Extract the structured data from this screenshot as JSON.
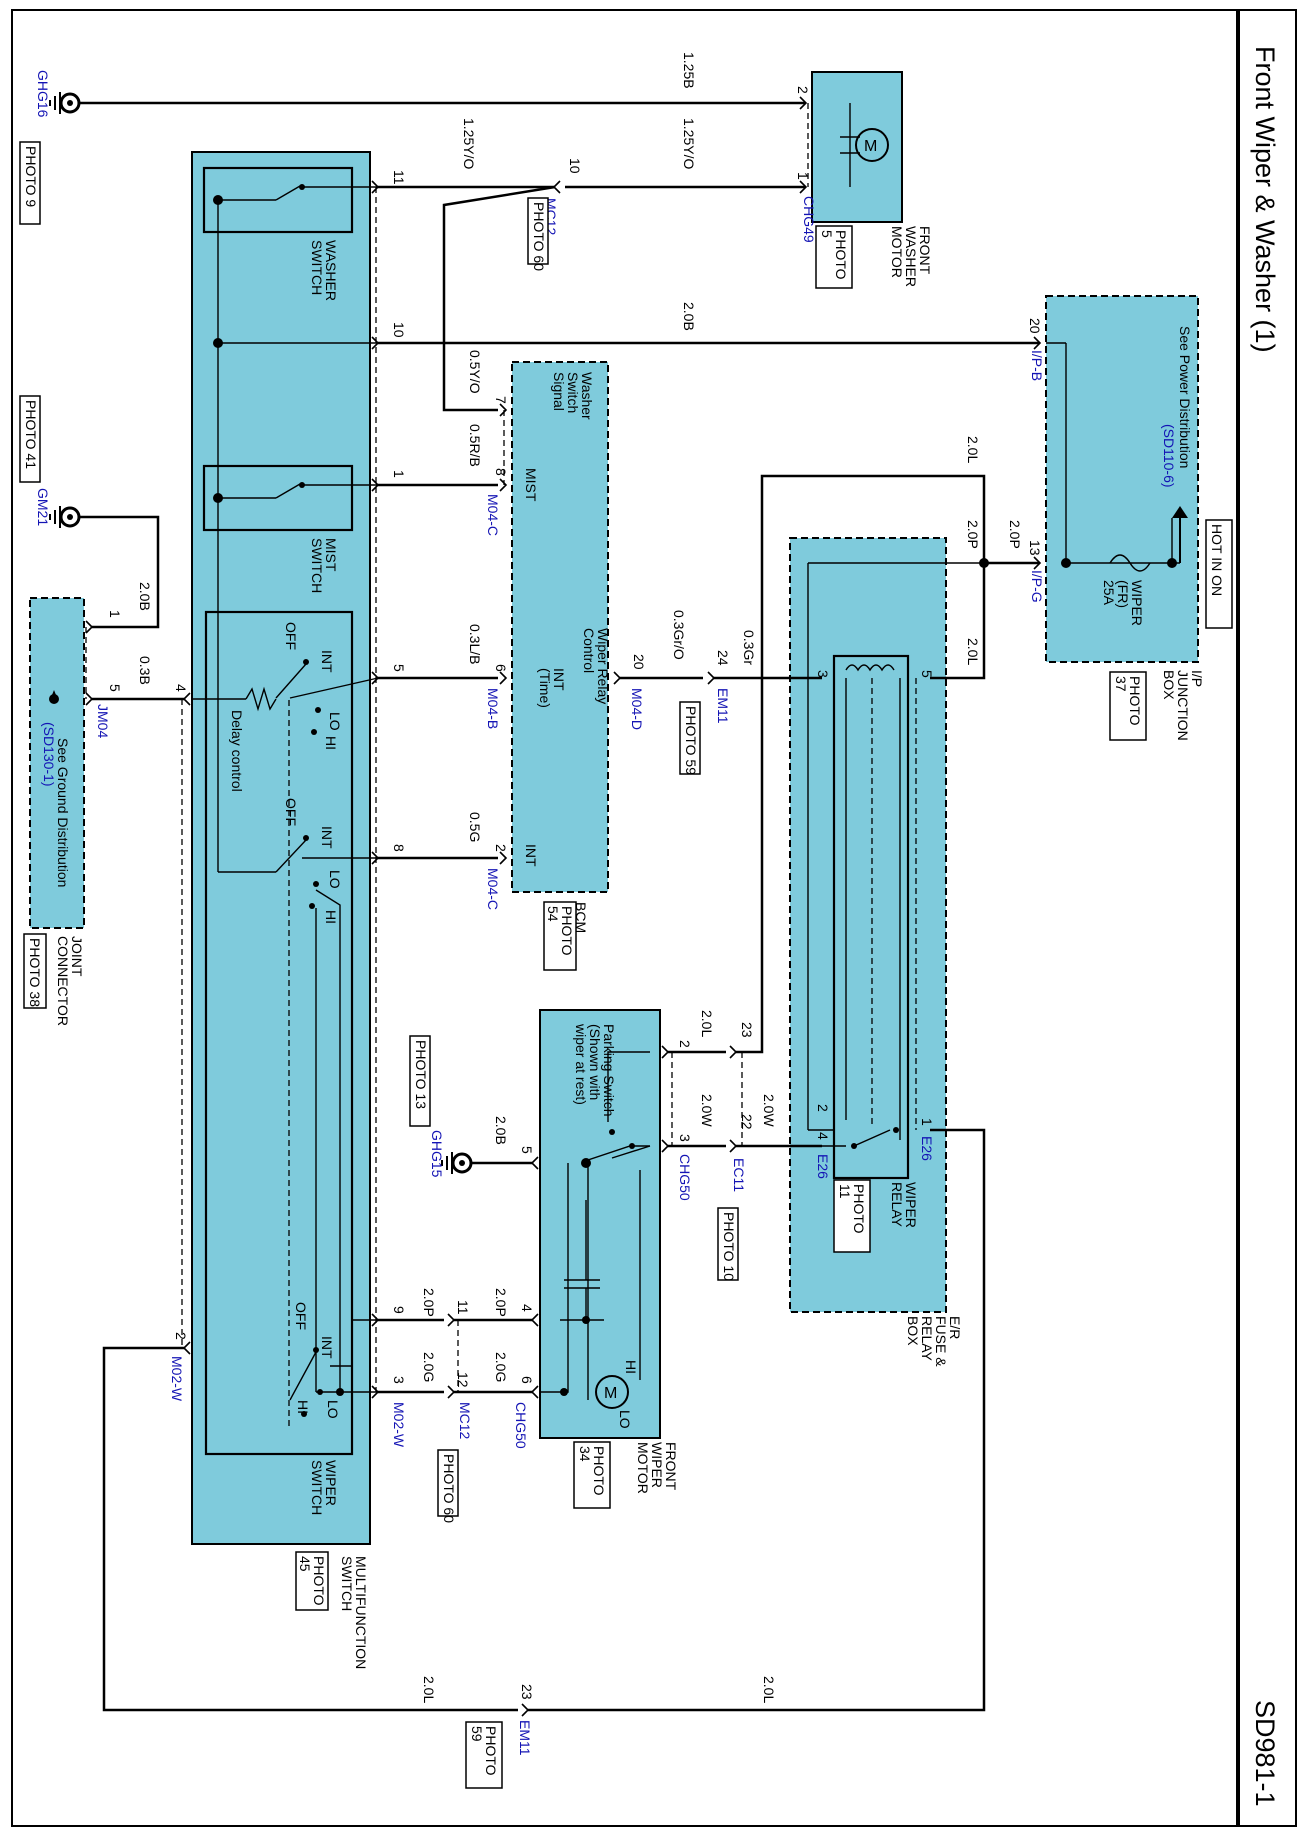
{
  "sheet": {
    "title": "Front Wiper & Washer (1)",
    "page_id": "SD981-1",
    "hot": "HOT IN ON"
  },
  "components": {
    "ip_junction": {
      "name": "I/P\nJUNCTION\nBOX",
      "photo": "PHOTO\n37",
      "note": "See Power Distribution",
      "ref": "(SD110-6)",
      "fuse": "WIPER\n(FR)\n25A",
      "conn_b": "I/P-B",
      "conn_g": "I/P-G"
    },
    "washer_motor": {
      "name": "FRONT\nWASHER\nMOTOR",
      "photo": "PHOTO\n5",
      "conn": "CHG49"
    },
    "er_box": {
      "name": "E/R\nFUSE &\nRELAY\nBOX",
      "relay": "WIPER\nRELAY",
      "relay_photo": "PHOTO\n11",
      "conn_a": "E26",
      "conn_b": "E26"
    },
    "bcm": {
      "name": "BCM",
      "photo": "PHOTO\n54",
      "washer_sig": "Washer\nSwitch\nSignal",
      "mist": "MIST",
      "relay_ctrl": "Wiper Relay\nControl",
      "int_time": "INT\n(Time)",
      "int": "INT"
    },
    "wiper_motor": {
      "name": "FRONT\nWIPER\nMOTOR",
      "photo": "PHOTO\n34",
      "parking": "Parking Switch\n(Shown with\nwiper at rest)",
      "conn_a": "CHG50",
      "conn_b": "CHG50",
      "hi": "HI",
      "lo": "LO"
    },
    "multifunction": {
      "name": "MULTIFUNCTION\nSWITCH",
      "photo": "PHOTO\n45",
      "washer_switch": "WASHER\nSWITCH",
      "mist_switch": "MIST\nSWITCH",
      "wiper_switch": "WIPER\nSWITCH",
      "delay": "Delay control",
      "off": "OFF",
      "int": "INT",
      "lo": "LO",
      "hi": "HI",
      "conn": "M02-W"
    },
    "joint": {
      "name": "JOINT\nCONNECTOR",
      "photo": "PHOTO 38",
      "note": "See Ground Distribution",
      "ref": "(SD130-1)",
      "conn": "JM04"
    }
  },
  "connectors": {
    "mc12_a": "MC12",
    "mc12_a_photo": "PHOTO 60",
    "mc12_b": "MC12",
    "mc12_b_photo": "PHOTO 60",
    "m04c_a": "M04-C",
    "m04b": "M04-B",
    "m04d": "M04-D",
    "m04c_b": "M04-C",
    "em11_a": "EM11",
    "em11_a_photo": "PHOTO 59",
    "em11_b": "EM11",
    "em11_b_photo": "PHOTO\n59",
    "ec11": "EC11",
    "ec11_photo": "PHOTO 10",
    "m02w_a": "M02-W",
    "m02w_b": "M02-W"
  },
  "grounds": {
    "ghg16": "GHG16",
    "ghg16_photo": "PHOTO 9",
    "gm21": "GM21",
    "gm21_photo": "PHOTO 41",
    "ghg15": "GHG15",
    "ghg15_photo": "PHOTO 13"
  },
  "wires": {
    "w_125b": "1.25B",
    "w_125yo_a": "1.25Y/O",
    "w_125yo_b": "1.25Y/O",
    "w_20b_top": "2.0B",
    "w_05yo": "0.5Y/O",
    "w_05rb": "0.5R/B",
    "w_20l_a": "2.0L",
    "w_20p_a": "2.0P",
    "w_20p_b": "2.0P",
    "w_20l_b": "2.0L",
    "w_03gr": "0.3Gr",
    "w_03gro": "0.3Gr/O",
    "w_03lb": "0.3L/B",
    "w_05g": "0.5G",
    "w_20b_gm21": "2.0B",
    "w_03b": "0.3B",
    "w_20l_c": "2.0L",
    "w_20w_a": "2.0W",
    "w_20w_b": "2.0W",
    "w_20b_ghg15": "2.0B",
    "w_20p_c": "2.0P",
    "w_20p_d": "2.0P",
    "w_20g_a": "2.0G",
    "w_20g_b": "2.0G",
    "w_20l_bot_a": "2.0L",
    "w_20l_bot_b": "2.0L"
  },
  "pins": {
    "p2": "2",
    "p1": "1",
    "p10": "10",
    "p11": "11",
    "p10b": "10",
    "p20": "20",
    "p7": "7",
    "p8": "8",
    "p1b": "1",
    "p13": "13",
    "p24": "24",
    "p20b": "20",
    "p6": "6",
    "p5": "5",
    "p3": "3",
    "p5b": "5",
    "p2b": "2",
    "p8b": "8",
    "p1c": "1",
    "p5c": "5",
    "p4": "4",
    "p23": "23",
    "p22": "22",
    "p2c": "2",
    "p3b": "3",
    "p2d": "2",
    "p4b": "4",
    "p1d": "1",
    "p5d": "5",
    "p11b": "11",
    "p4c": "4",
    "p9": "9",
    "p12": "12",
    "p6b": "6",
    "p3c": "3",
    "p2e": "2",
    "p23b": "23"
  },
  "icons": {
    "motor": "M",
    "ground": "ground-icon",
    "hot": "hot-icon"
  }
}
